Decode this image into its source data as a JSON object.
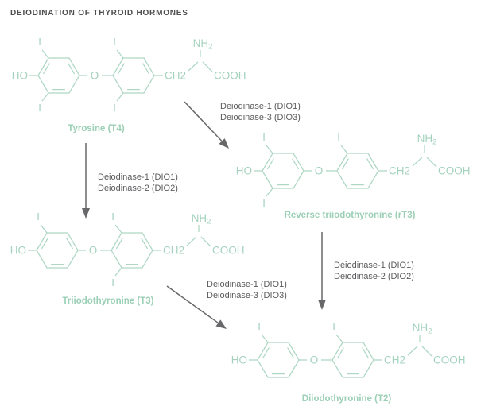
{
  "title": "DEIODINATION OF THYROID HORMONES",
  "colors": {
    "background": "#ffffff",
    "structure": "#aed7c4",
    "atom_text": "#a4d2be",
    "molecule_label": "#9bcfb6",
    "arrow": "#68686b",
    "arrow_label": "#5a5a5d",
    "title_text": "#4e4e51"
  },
  "molecules": [
    {
      "id": "t4",
      "label": "Tyrosine (T4)",
      "atoms": {
        "hydroxyl": "HO",
        "ether": "O",
        "methylene": "CH2",
        "amine": "NH2",
        "carboxyl": "COOH",
        "iodine": "I"
      },
      "iodines": {
        "ring1_top": true,
        "ring1_bottom": true,
        "ring2_top": true,
        "ring2_bottom": true
      }
    },
    {
      "id": "rt3",
      "label": "Reverse triiodothyronine (rT3)",
      "atoms": {
        "hydroxyl": "HO",
        "ether": "O",
        "methylene": "CH2",
        "amine": "NH2",
        "carboxyl": "COOH",
        "iodine": "I"
      },
      "iodines": {
        "ring1_top": true,
        "ring1_bottom": true,
        "ring2_top": true,
        "ring2_bottom": false
      }
    },
    {
      "id": "t3",
      "label": "Triiodothyronine (T3)",
      "atoms": {
        "hydroxyl": "HO",
        "ether": "O",
        "methylene": "CH2",
        "amine": "NH2",
        "carboxyl": "COOH",
        "iodine": "I"
      },
      "iodines": {
        "ring1_top": true,
        "ring1_bottom": false,
        "ring2_top": true,
        "ring2_bottom": true
      }
    },
    {
      "id": "t2",
      "label": "Diiodothyronine (T2)",
      "atoms": {
        "hydroxyl": "HO",
        "ether": "O",
        "methylene": "CH2",
        "amine": "NH2",
        "carboxyl": "COOH",
        "iodine": "I"
      },
      "iodines": {
        "ring1_top": true,
        "ring1_bottom": false,
        "ring2_top": true,
        "ring2_bottom": false
      }
    }
  ],
  "arrows": [
    {
      "id": "t4-to-rt3",
      "from": "t4",
      "to": "rt3",
      "labels": [
        "Deiodinase-1 (DIO1)",
        "Deiodinase-3 (DIO3)"
      ]
    },
    {
      "id": "t4-to-t3",
      "from": "t4",
      "to": "t3",
      "labels": [
        "Deiodinase-1 (DIO1)",
        "Deiodinase-2 (DIO2)"
      ]
    },
    {
      "id": "t3-to-t2",
      "from": "t3",
      "to": "t2",
      "labels": [
        "Deiodinase-1 (DIO1)",
        "Deiodinase-3 (DIO3)"
      ]
    },
    {
      "id": "rt3-to-t2",
      "from": "rt3",
      "to": "t2",
      "labels": [
        "Deiodinase-1 (DIO1)",
        "Deiodinase-2 (DIO2)"
      ]
    }
  ]
}
